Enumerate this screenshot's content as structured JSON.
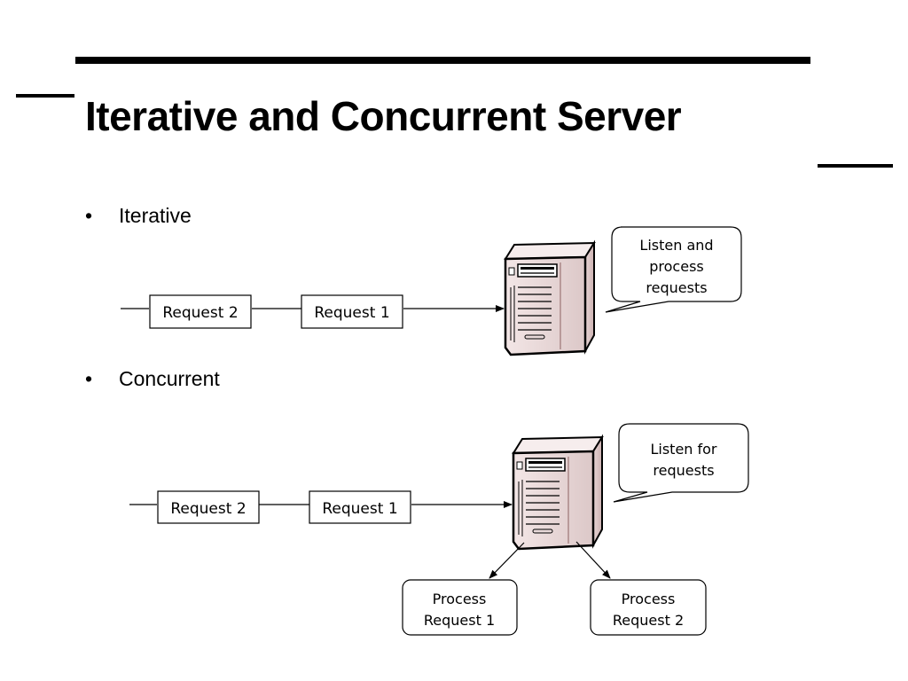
{
  "slide": {
    "title": "Iterative and Concurrent Server"
  },
  "bullets": [
    {
      "marker": "•",
      "label": "Iterative"
    },
    {
      "marker": "•",
      "label": "Concurrent"
    }
  ],
  "iterative": {
    "queue": [
      "Request 2",
      "Request 1"
    ],
    "callout": [
      "Listen and",
      "process",
      "requests"
    ]
  },
  "concurrent": {
    "queue": [
      "Request 2",
      "Request 1"
    ],
    "callout": [
      "Listen for",
      "requests"
    ],
    "workers": [
      [
        "Process",
        "Request 1"
      ],
      [
        "Process",
        "Request 2"
      ]
    ]
  }
}
